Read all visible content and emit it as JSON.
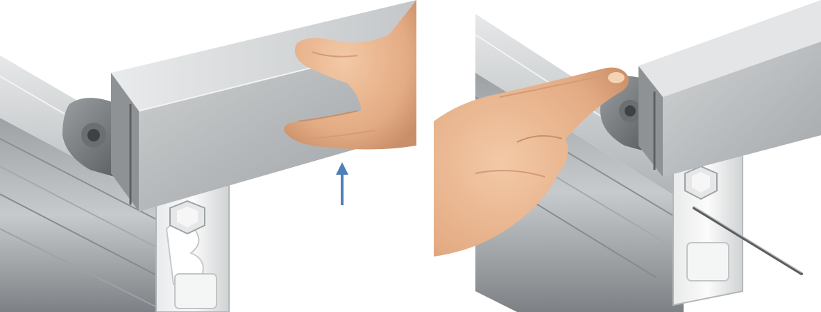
{
  "figure": {
    "panels": [
      {
        "id": "step-lift",
        "icons": [
          "aluminum-rail-icon",
          "panel-frame-icon",
          "hand-icon",
          "up-arrow-icon",
          "bolt-icon"
        ],
        "arrow_direction": "up"
      },
      {
        "id": "step-press",
        "icons": [
          "aluminum-rail-icon",
          "panel-frame-icon",
          "pointing-hand-icon",
          "bolt-icon",
          "hex-key-icon"
        ]
      }
    ],
    "colors": {
      "background": "#ffffff",
      "aluminum_light": "#d8dadb",
      "aluminum_mid": "#b9bcbe",
      "aluminum_dark": "#8c9093",
      "clip_gray": "#5f6366",
      "skin": "#e8b48c",
      "skin_shadow": "#c98f68",
      "arrow": "#4f7fb9"
    }
  }
}
